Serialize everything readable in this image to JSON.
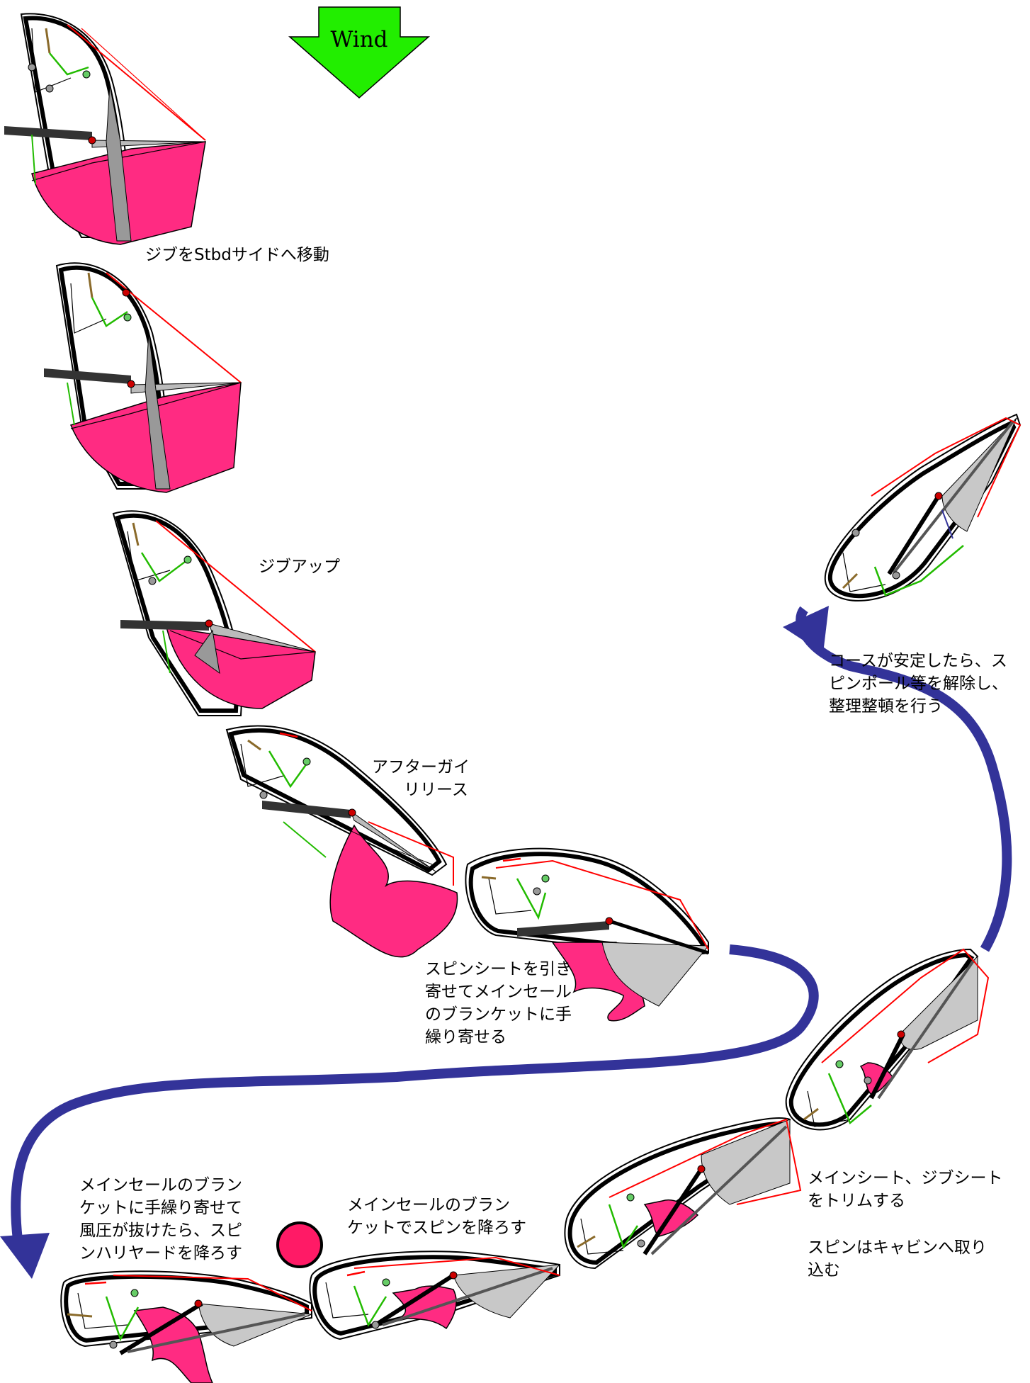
{
  "wind": {
    "label": "Wind",
    "color": "#22ee00"
  },
  "colors": {
    "spinnaker": "#ff2b82",
    "course_arrow": "#333399",
    "sheet_red": "#ff0000",
    "sheet_green": "#22bb00",
    "sail_gray": "#c8c8c8",
    "marker": "#ff1a66"
  },
  "captions": [
    {
      "id": "jib-to-stbd",
      "lines": [
        "ジブをStbdサイドへ移動"
      ]
    },
    {
      "id": "jib-up",
      "lines": [
        "ジブアップ"
      ]
    },
    {
      "id": "after-guy-release",
      "lines": [
        "アフターガイ",
        "リリース"
      ]
    },
    {
      "id": "pull-spin-sheet",
      "lines": [
        "スピンシートを引き",
        "寄せてメインセール",
        "のブランケットに手",
        "繰り寄せる"
      ]
    },
    {
      "id": "lower-halyard",
      "lines": [
        "メインセールのブラン",
        "ケットに手繰り寄せて",
        "風圧が抜けたら、スピ",
        "ンハリヤードを降ろす"
      ]
    },
    {
      "id": "lower-spin-blanket",
      "lines": [
        "メインセールのブラン",
        "ケットでスピンを降ろす"
      ]
    },
    {
      "id": "trim-sheets",
      "lines": [
        "メインシート、ジブシート",
        "をトリムする"
      ]
    },
    {
      "id": "spin-into-cabin",
      "lines": [
        "スピンはキャビンへ取り",
        "込む"
      ]
    },
    {
      "id": "tidy-up",
      "lines": [
        "コースが安定したら、ス",
        "ピンポール等を解除し、",
        "整理整頓を行う"
      ]
    }
  ]
}
